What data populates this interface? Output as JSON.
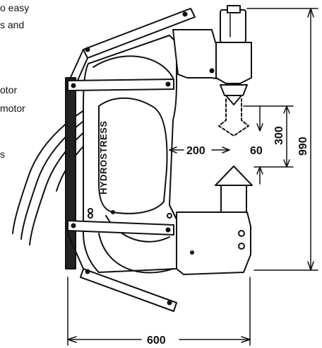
{
  "text_fragments": [
    "o easy",
    "s and",
    "otor",
    "motor",
    "s"
  ],
  "machine": {
    "brand_label": "HYDROSTRESS"
  },
  "dimensions": {
    "width": "600",
    "height": "990",
    "throat_depth": "200",
    "gap": "300",
    "stroke": "60"
  }
}
